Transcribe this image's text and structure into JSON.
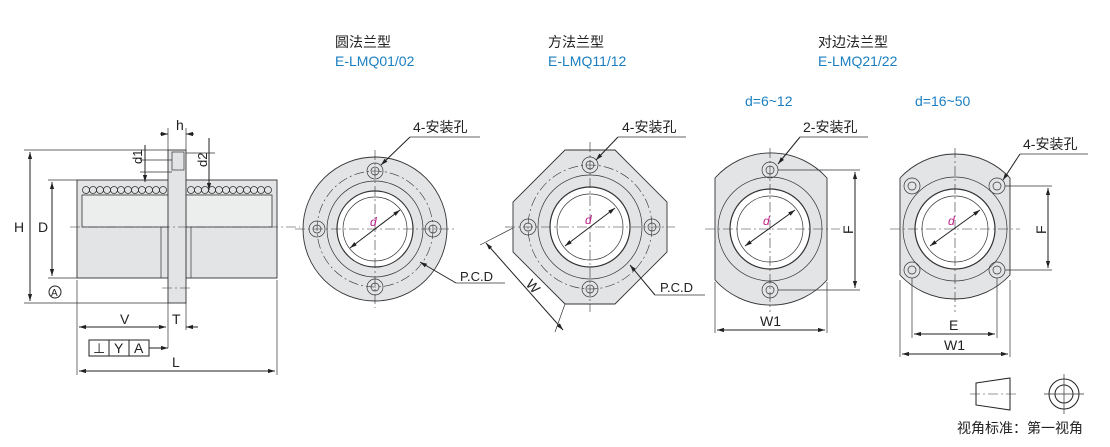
{
  "variants": [
    {
      "name": "圆法兰型",
      "model": "E-LMQ01/02"
    },
    {
      "name": "方法兰型",
      "model": "E-LMQ11/12"
    },
    {
      "name": "对边法兰型",
      "model": "E-LMQ21/22"
    }
  ],
  "size_notes": {
    "small": "d=6~12",
    "large": "d=16~50"
  },
  "labels": {
    "mount_holes_4": "4-安装孔",
    "mount_holes_2": "2-安装孔",
    "pcd": "P.C.D",
    "d": "d",
    "H": "H",
    "D": "D",
    "h": "h",
    "d1": "d1",
    "d2": "d2",
    "V": "V",
    "T": "T",
    "L": "L",
    "W": "W",
    "W1": "W1",
    "F": "F",
    "E": "E",
    "datum": "A",
    "tolerance_symbol": "⊥",
    "tolerance_value": "Y",
    "tolerance_datum": "A"
  },
  "projection": {
    "text": "视角标准：第一视角"
  },
  "colors": {
    "accent": "#1a7fc1",
    "d_label": "#c0208a"
  }
}
